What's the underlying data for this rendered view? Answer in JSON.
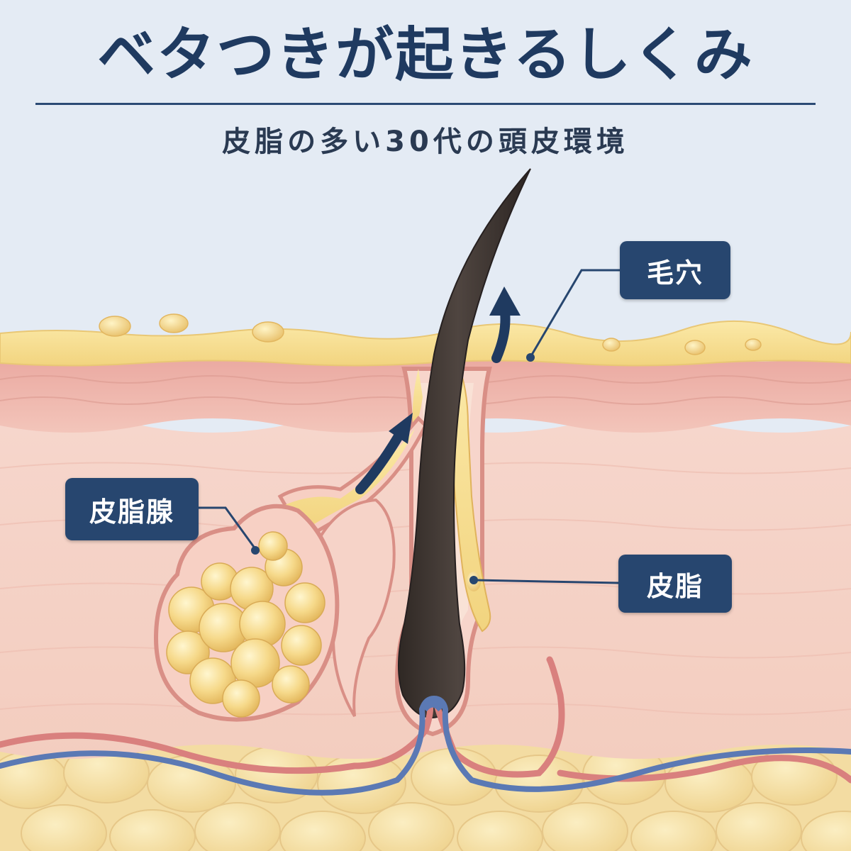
{
  "title": "ベタつきが起きるしくみ",
  "subtitle": "皮脂の多い30代の頭皮環境",
  "labels": {
    "pore": "毛穴",
    "sebaceous_gland": "皮脂腺",
    "sebum": "皮脂"
  },
  "colors": {
    "background": "#e4ebf4",
    "title_text": "#1f3a60",
    "label_bg": "#27466f",
    "sebum": "#f3d98a",
    "skin": "#f2c7bd",
    "hair": "#3d342f",
    "vein": "#5b79b4",
    "artery": "#d9807e"
  },
  "icons": [
    "arrow-up-icon"
  ]
}
